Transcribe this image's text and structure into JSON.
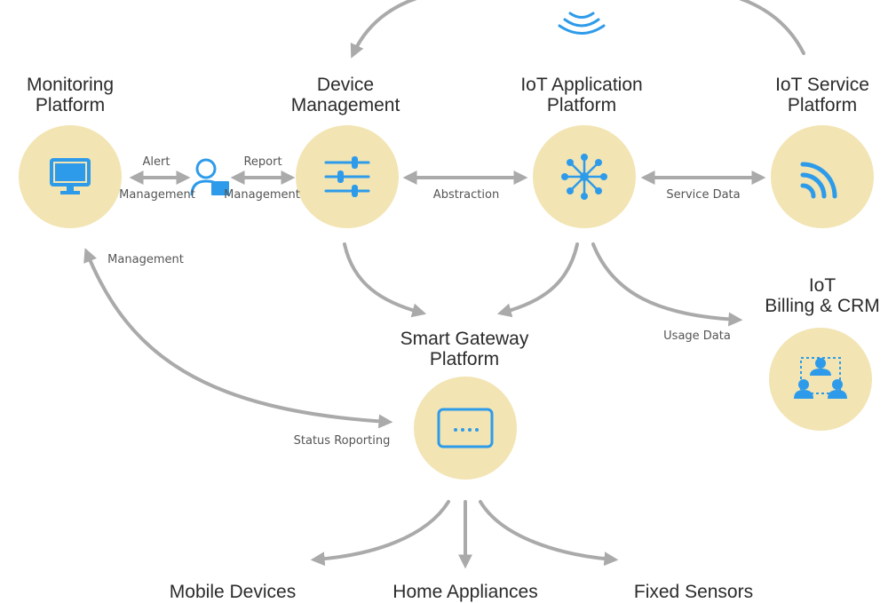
{
  "nodes": {
    "monitoring": {
      "title_l1": "Monitoring",
      "title_l2": "Platform",
      "icon": "monitor-icon"
    },
    "device": {
      "title_l1": "Device",
      "title_l2": "Management",
      "icon": "sliders-icon"
    },
    "app": {
      "title_l1": "IoT Application",
      "title_l2": "Platform",
      "icon": "network-hub-icon"
    },
    "service": {
      "title_l1": "IoT Service",
      "title_l2": "Platform",
      "icon": "signal-icon"
    },
    "billing": {
      "title_l1": "IoT",
      "title_l2": "Billing & CRM",
      "icon": "users-icon"
    },
    "gateway": {
      "title_l1": "Smart Gateway",
      "title_l2": "Platform",
      "icon": "gateway-icon"
    }
  },
  "edge_labels": {
    "alert": "Alert",
    "management_left": "Management",
    "report": "Report",
    "management_right": "Management",
    "abstraction": "Abstraction",
    "service_data": "Service Data",
    "management_side": "Management",
    "usage_data": "Usage Data",
    "status_reporting": "Status Roporting"
  },
  "leaves": {
    "mobile": "Mobile Devices",
    "home": "Home Appliances",
    "sensors": "Fixed Sensors"
  },
  "colors": {
    "circle": "#f2e4b3",
    "icon": "#2e9bea",
    "arrow": "#aaaaaa"
  }
}
